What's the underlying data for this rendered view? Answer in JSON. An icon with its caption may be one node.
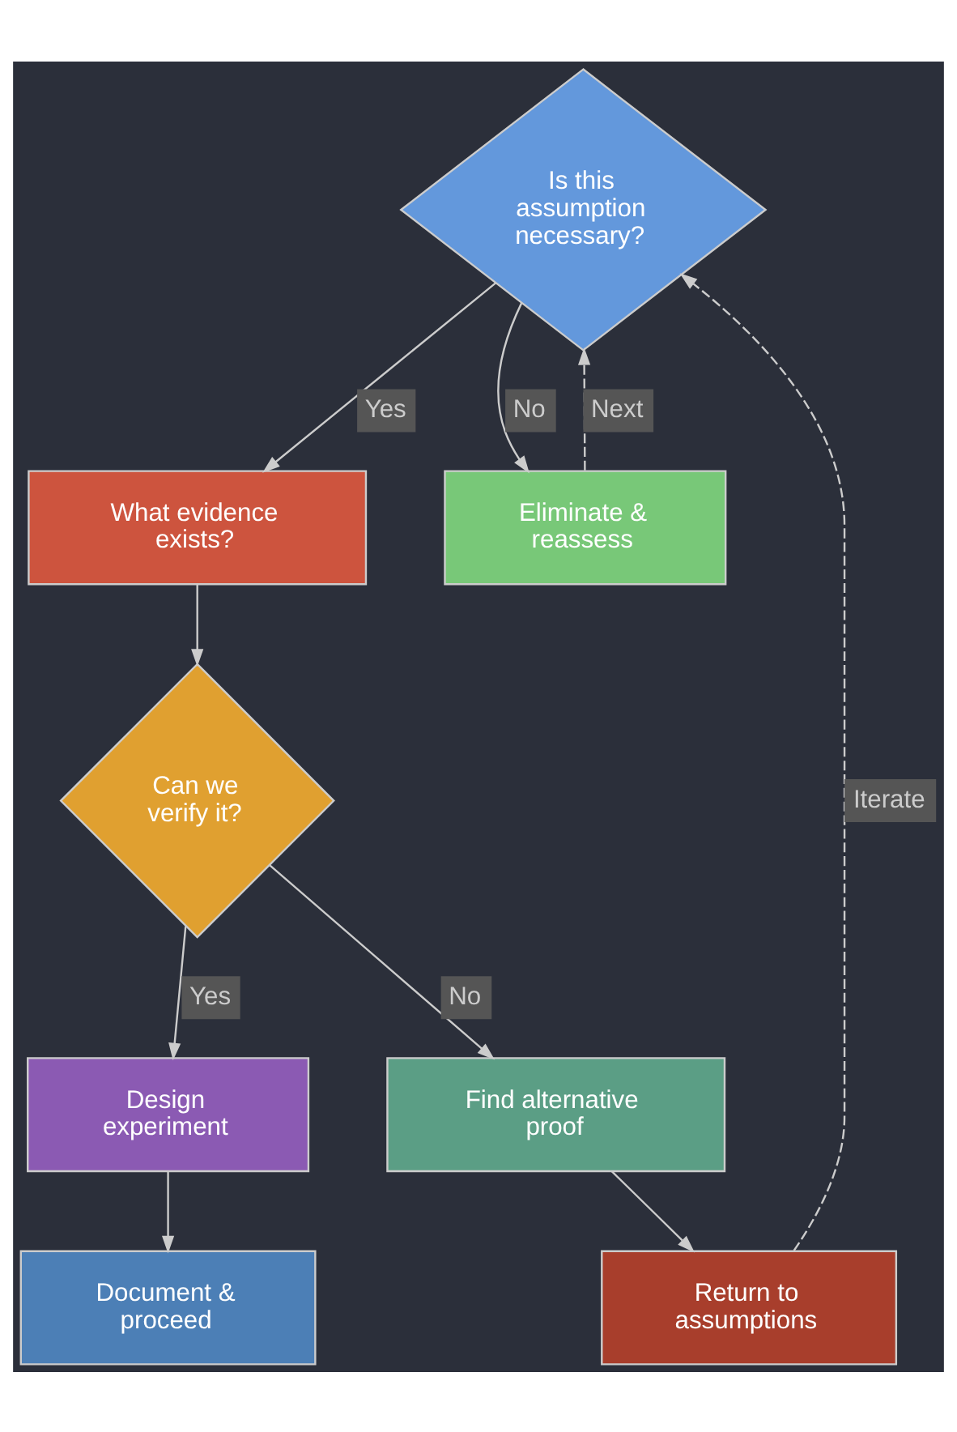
{
  "diagram": {
    "nodes": [
      {
        "text": [
          "Is this assumption necessary?"
        ]
      },
      {
        "text": [
          "What evidence exists?"
        ]
      },
      {
        "text": [
          "Eliminate & reassess"
        ]
      },
      {
        "text": [
          "Can we verify it?"
        ]
      },
      {
        "text": [
          "Design experiment"
        ]
      },
      {
        "text": [
          "Find alternative proof"
        ]
      },
      {
        "text": [
          "Document & proceed"
        ]
      },
      {
        "text": [
          "Return to assumptions"
        ]
      }
    ],
    "edges": [
      {
        "from": 0,
        "to": 1,
        "arrow": "to",
        "label": "Yes"
      },
      {
        "from": 0,
        "to": 2,
        "arrow": "to",
        "label": "No"
      },
      {
        "from": 2,
        "to": 0,
        "arrow": "to",
        "label": "Next",
        "style": "dashed"
      },
      {
        "from": 1,
        "to": 3,
        "arrow": "to"
      },
      {
        "from": 3,
        "to": 4,
        "arrow": "to",
        "label": "Yes"
      },
      {
        "from": 3,
        "to": 5,
        "arrow": "to",
        "label": "No"
      },
      {
        "from": 4,
        "to": 6,
        "arrow": "to"
      },
      {
        "from": 5,
        "to": 7,
        "arrow": "to"
      },
      {
        "from": 7,
        "to": 0,
        "arrow": "to",
        "label": "Iterate",
        "style": "dashed"
      }
    ]
  }
}
